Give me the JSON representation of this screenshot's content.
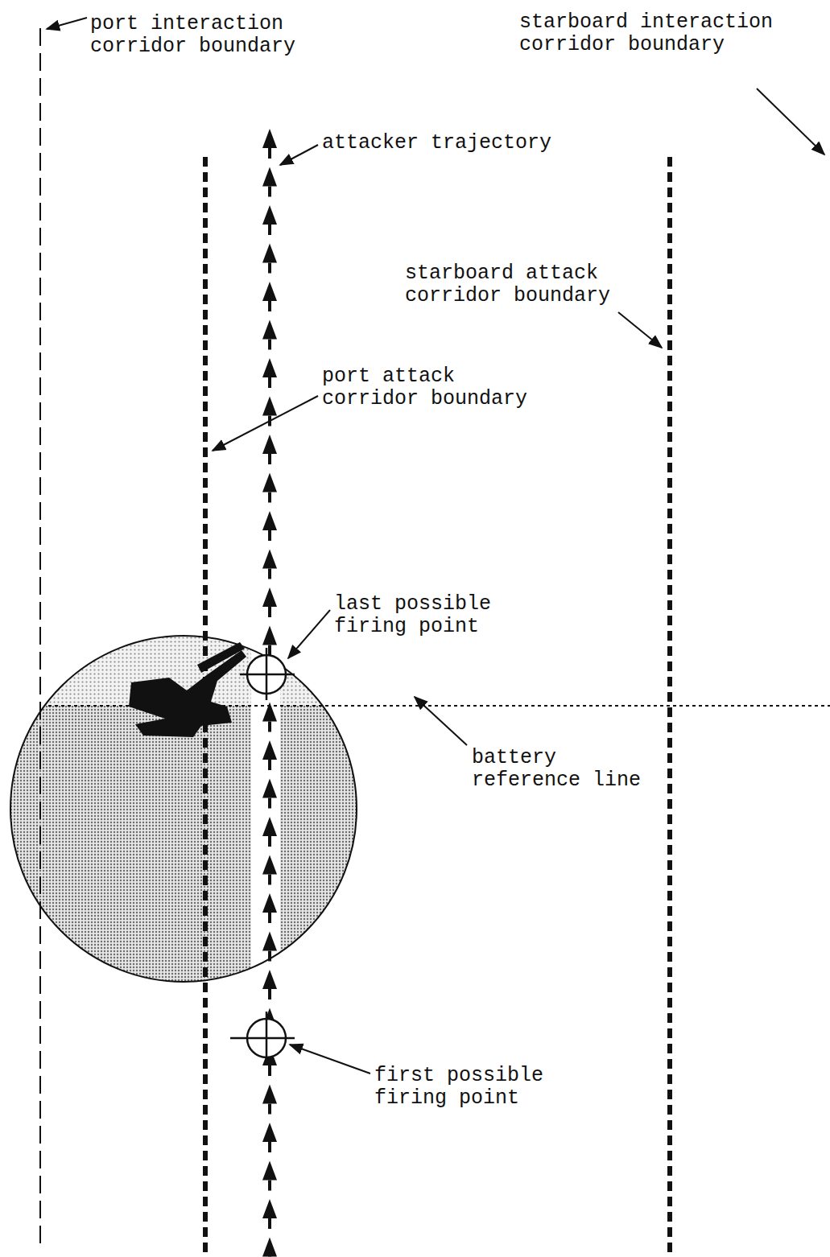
{
  "diagram": {
    "labels": [
      "port interaction corridor boundary",
      "starboard interaction corridor boundary",
      "attacker trajectory",
      "starboard attack corridor boundary",
      "port attack corridor boundary",
      "last possible firing point",
      "battery reference line",
      "first possible firing point"
    ]
  }
}
